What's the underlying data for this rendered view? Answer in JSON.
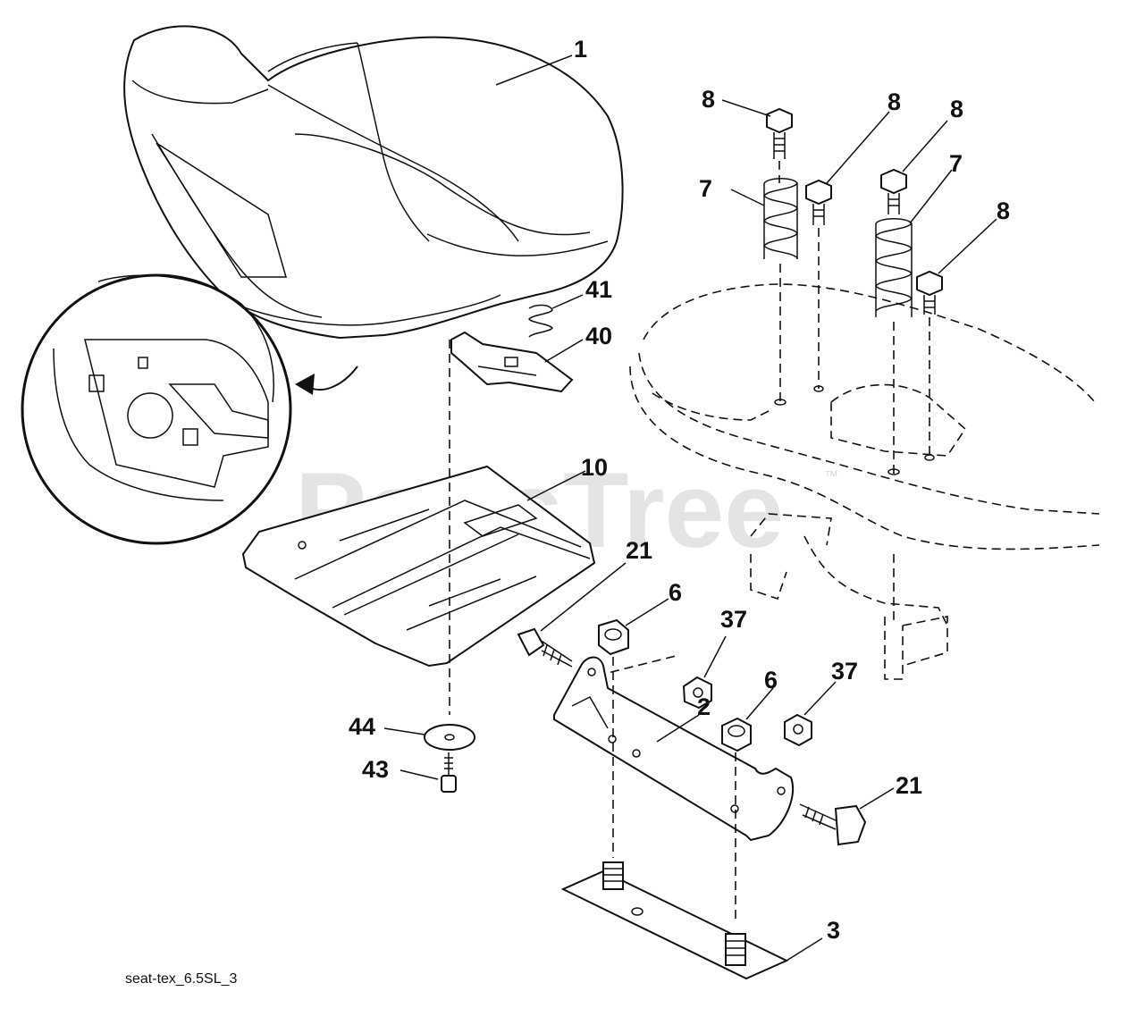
{
  "watermark": {
    "text": "PartsTree",
    "trademark": "™"
  },
  "caption": "seat-tex_6.5SL_3",
  "callouts": {
    "seat": "1",
    "seat_bracket": "2",
    "lower_plate": "3",
    "nut_left": "6",
    "nut_right": "6",
    "spring_left": "7",
    "spring_right": "7",
    "bolt_a": "8",
    "bolt_b": "8",
    "bolt_c": "8",
    "bolt_d": "8",
    "seat_pan": "10",
    "shoulder_bolt_left": "21",
    "shoulder_bolt_right": "21",
    "locknut_left": "37",
    "locknut_right": "37",
    "switch_plate": "40",
    "switch_spring": "41",
    "screw": "43",
    "washer": "44"
  }
}
